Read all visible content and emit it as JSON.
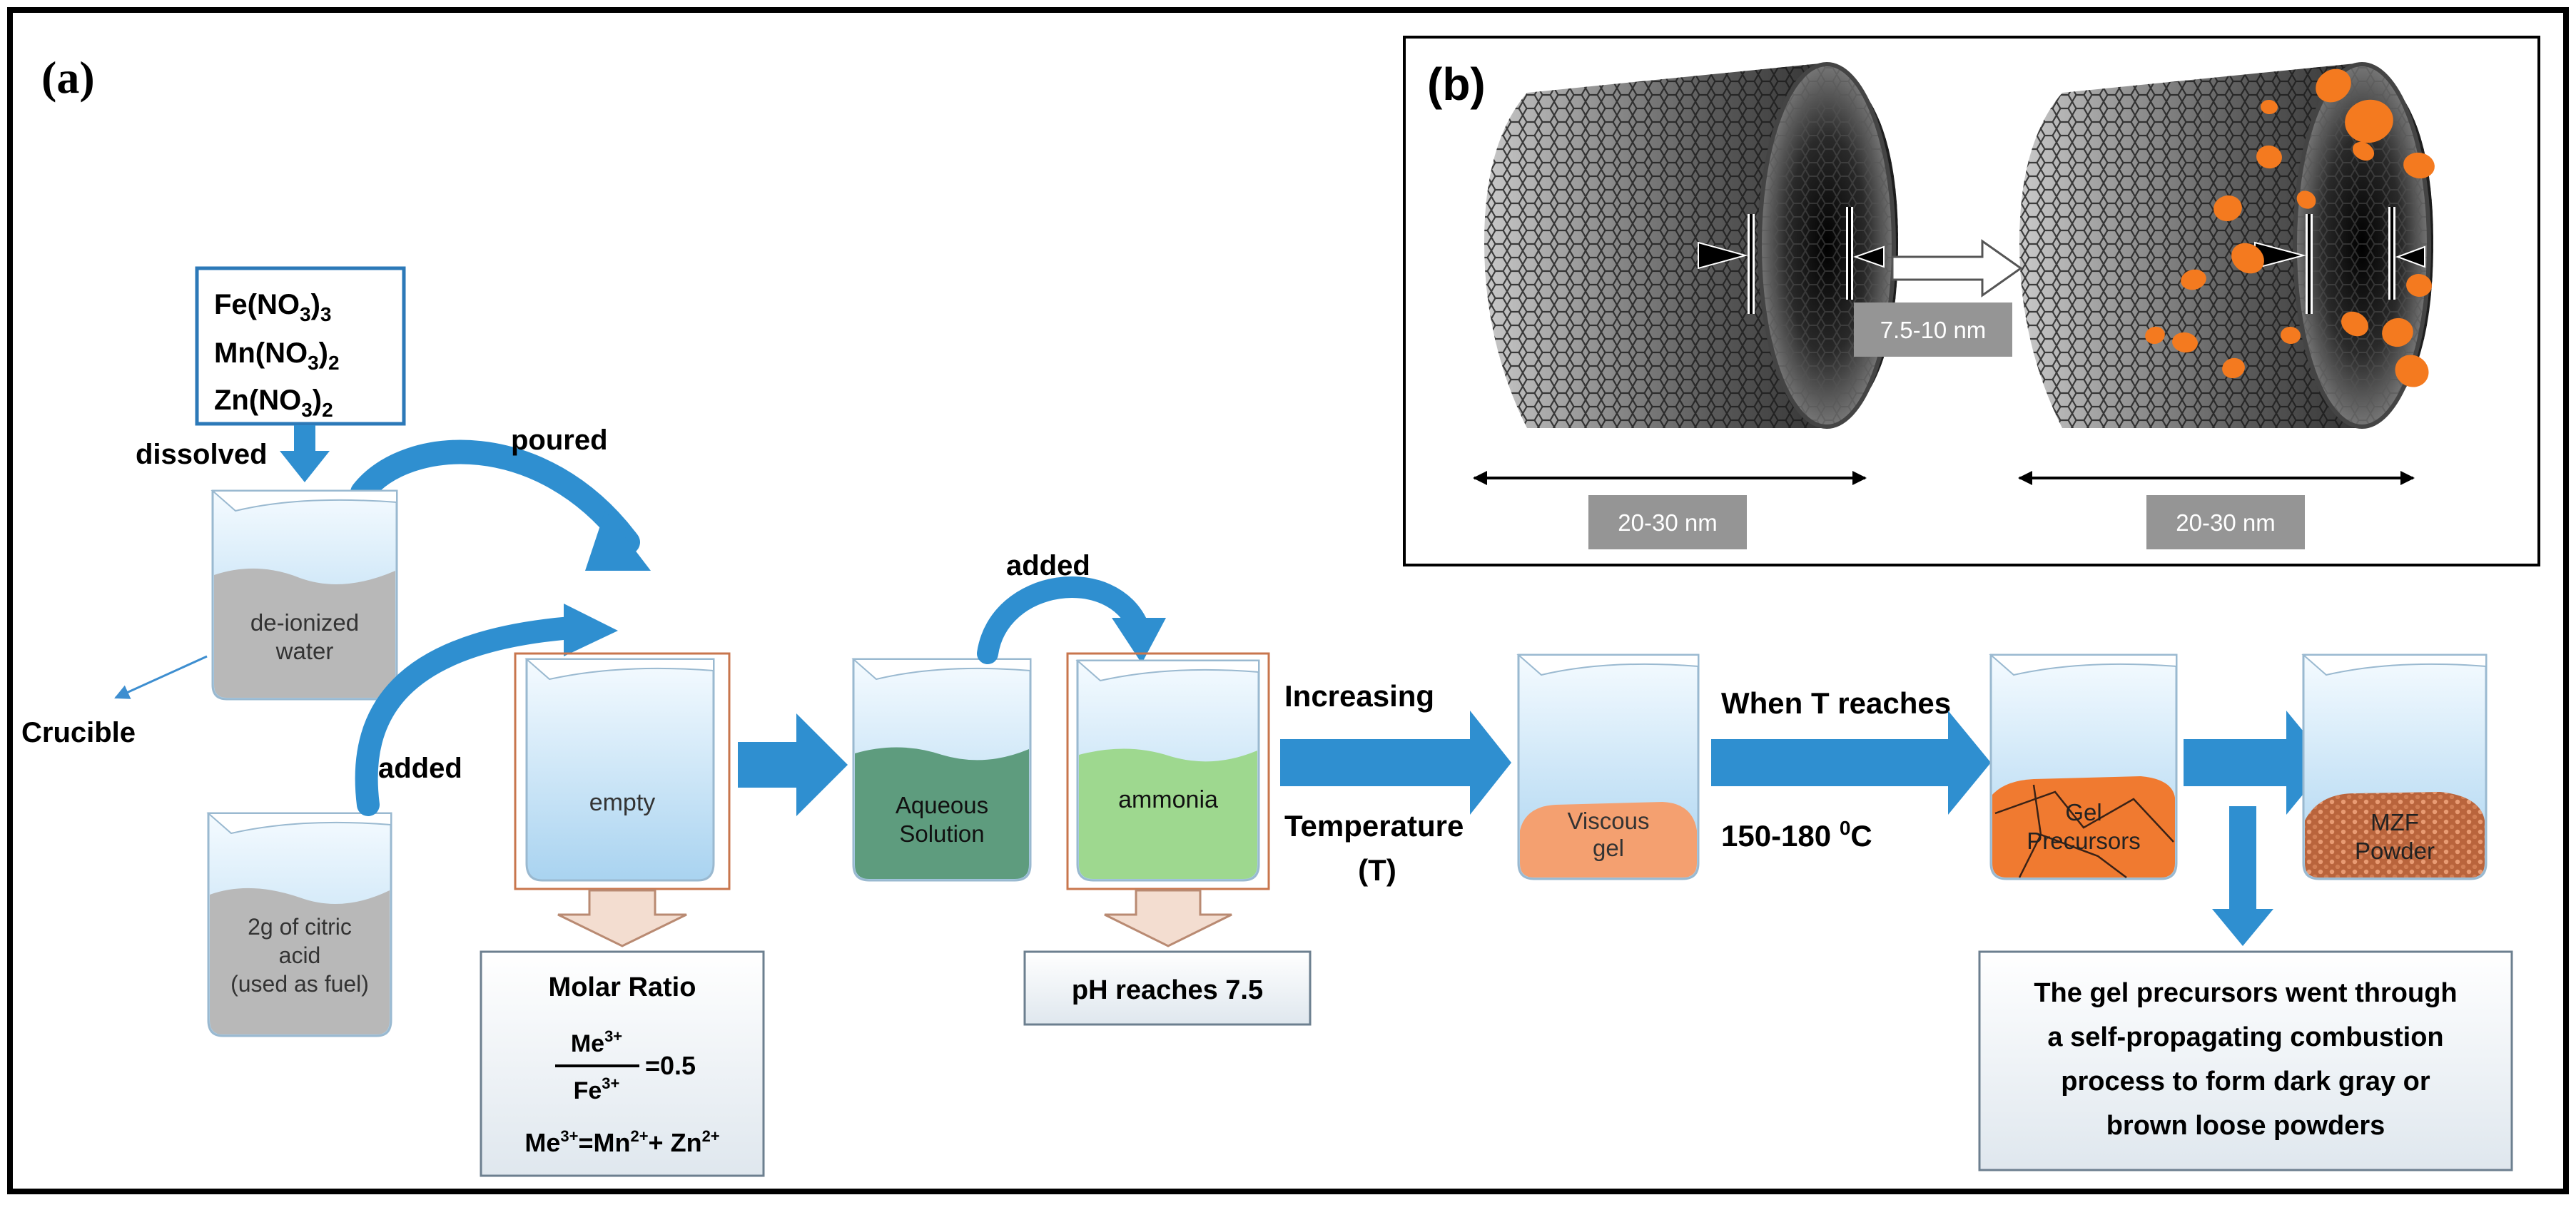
{
  "panel_a": {
    "label": "(a)",
    "reagents": [
      "Fe(NO",
      "3",
      ")",
      "3",
      "Mn(NO",
      "3",
      ")",
      "2",
      "Zn(NO",
      "3",
      ")",
      "2"
    ],
    "labels": {
      "dissolved": "dissolved",
      "poured": "poured",
      "crucible": "Crucible",
      "added_1": "added",
      "added_2": "added",
      "increasing": "Increasing",
      "temperature": "Temperature",
      "temperature_symbol": "(T)",
      "when_t_reaches": "When T reaches",
      "temp_range_main": "150-180 ",
      "temp_range_sup": "0",
      "temp_range_unit": "C"
    },
    "beakers": {
      "water": [
        "de-ionized",
        "water"
      ],
      "citric": [
        "2g of citric",
        "acid",
        "(used as fuel)"
      ],
      "empty": "empty",
      "aqueous": [
        "Aqueous",
        "Solution"
      ],
      "ammonia": "ammonia",
      "viscous": [
        "Viscous",
        "gel"
      ],
      "gel": [
        "Gel",
        "Precursors"
      ],
      "mzf": [
        "MZF",
        "Powder"
      ]
    },
    "molar_ratio": {
      "title": "Molar Ratio",
      "numerator": "Me",
      "numerator_sup": "3+",
      "denominator": "Fe",
      "denominator_sup": "3+",
      "value": "=0.5",
      "definition_1": "Me",
      "definition_1_sup": "3+",
      "definition_2": "=Mn",
      "definition_2_sup": "2+",
      "definition_3": "+ Zn",
      "definition_3_sup": "2+"
    },
    "ph_note": "pH reaches 7.5",
    "combustion_note": [
      "The gel precursors went through",
      "a self-propagating combustion",
      "process to form dark gray or",
      "brown loose powders"
    ]
  },
  "panel_b": {
    "label": "(b)",
    "inner_diameter": "7.5-10 nm",
    "length_left": "20-30 nm",
    "length_right": "20-30 nm"
  },
  "colors": {
    "arrow_blue": "#2f8fd0",
    "frame": "#000000",
    "liquid_gray": "#b8b8b8",
    "aqueous_green": "#5e9c7e",
    "ammonia_green": "#9ed88f",
    "gel_orange": "#f4a070",
    "precursor_orange": "#f07a30",
    "powder_brown": "#b9643c",
    "nanoparticle_orange": "#f47a1f",
    "label_box_gray": "#959595",
    "highlight_frame": "#c8764d"
  }
}
